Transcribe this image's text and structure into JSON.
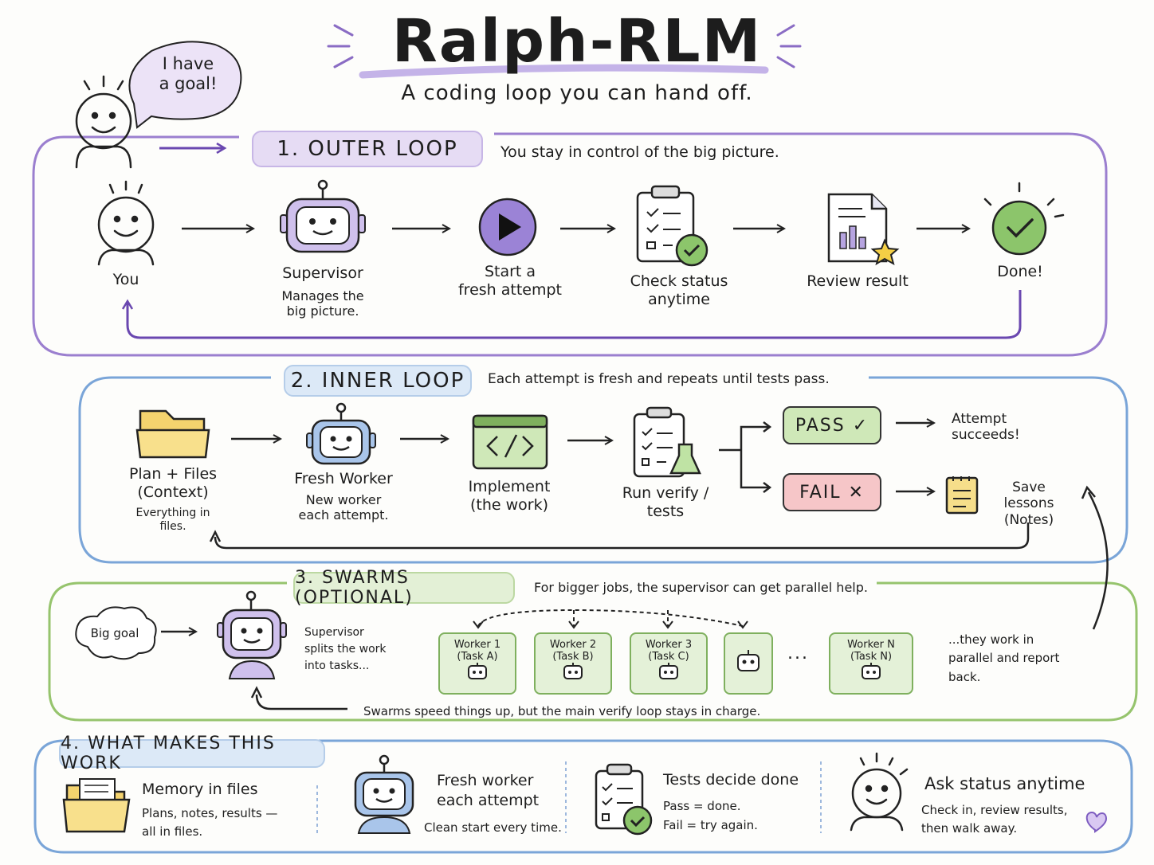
{
  "title": "Ralph-RLM",
  "subtitle": "A coding loop you can hand off.",
  "speech_bubble": "I have\na goal!",
  "outer": {
    "badge": "1. OUTER LOOP",
    "caption": "You stay in control of the big picture.",
    "you": "You",
    "supervisor": "Supervisor",
    "supervisor_sub": "Manages the\nbig picture.",
    "start": "Start a\nfresh attempt",
    "check": "Check status\nanytime",
    "review": "Review result",
    "done": "Done!"
  },
  "inner": {
    "badge": "2. INNER LOOP",
    "caption": "Each attempt is fresh and repeats until tests pass.",
    "plan": "Plan + Files\n(Context)",
    "plan_sub": "Everything in\nfiles.",
    "worker": "Fresh Worker",
    "worker_sub": "New worker\neach attempt.",
    "implement": "Implement\n(the work)",
    "verify": "Run verify /\ntests",
    "pass": "PASS ✓",
    "fail": "FAIL ✕",
    "success": "Attempt\nsucceeds!",
    "lessons": "Save lessons\n(Notes)"
  },
  "swarms": {
    "badge": "3. SWARMS (OPTIONAL)",
    "caption": "For bigger jobs, the supervisor can get parallel help.",
    "big_goal": "Big goal",
    "supervisor_text": "Supervisor\nsplits the work\ninto tasks...",
    "workers": [
      {
        "name": "Worker 1",
        "task": "(Task A)"
      },
      {
        "name": "Worker 2",
        "task": "(Task B)"
      },
      {
        "name": "Worker 3",
        "task": "(Task C)"
      },
      {
        "name": "",
        "task": ""
      },
      {
        "name": "Worker N",
        "task": "(Task N)"
      }
    ],
    "ellipsis": "...",
    "parallel": "...they work in\nparallel and report\nback.",
    "footer": "Swarms speed things up, but the main verify loop stays in charge."
  },
  "works": {
    "badge": "4. WHAT MAKES THIS WORK",
    "memory_title": "Memory in files",
    "memory_sub": "Plans, notes, results —\nall in files.",
    "fresh_title": "Fresh worker\neach attempt",
    "fresh_sub": "Clean start every time.",
    "tests_title": "Tests decide done",
    "tests_sub": "Pass = done.\nFail = try again.",
    "ask_title": "Ask status anytime",
    "ask_sub": "Check in, review results,\nthen walk away."
  },
  "colors": {
    "purple": "#8a6cc4",
    "blue": "#6f9fd6",
    "green": "#8cbf63",
    "pass_bg": "#cfe8b8",
    "fail_bg": "#f6c6c8"
  }
}
